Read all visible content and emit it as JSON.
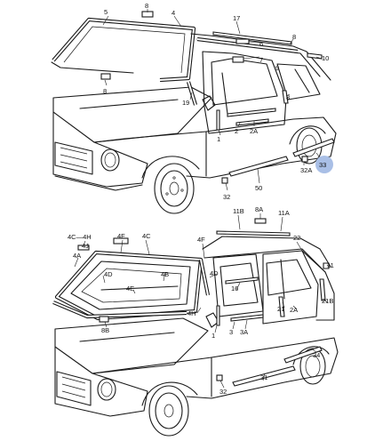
{
  "highlight_color": "#a9bfe6",
  "callouts_top": {
    "c5": "5",
    "c8a": "8",
    "c4": "4",
    "c17": "17",
    "c8b": "8",
    "c6": "6",
    "c7": "7",
    "c10": "10",
    "c9": "9",
    "c8c": "8",
    "c19": "19",
    "c1": "1",
    "c2": "2",
    "c2a": "2A",
    "c33": "33",
    "c32a": "32A",
    "c32": "32",
    "c50": "50"
  },
  "callouts_bottom": {
    "c11b": "11B",
    "c8a": "8A",
    "c11a": "11A",
    "c4c4h": "4C—4H",
    "c4j": "4J",
    "c4f_a": "4F",
    "c4c": "4C",
    "c4f_b": "4F",
    "c22": "22",
    "c4a": "4A",
    "c4d_a": "4D",
    "c4b": "4B",
    "c4d_b": "4D",
    "c16": "16",
    "c11": "11",
    "c4e": "4E",
    "c21": "21",
    "c21b": "21B",
    "c2a": "2A",
    "c4h": "4H",
    "c1": "1",
    "c3": "3",
    "c3a": "3A",
    "c8b": "8B",
    "c34": "34",
    "c31": "31",
    "c32": "32"
  }
}
